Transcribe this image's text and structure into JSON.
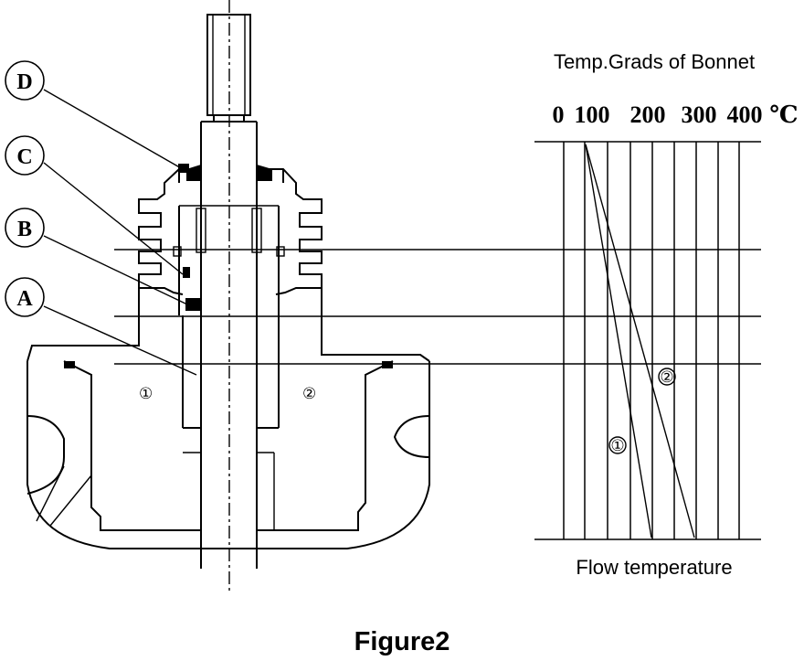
{
  "callouts": [
    {
      "id": "D",
      "label": "D"
    },
    {
      "id": "C",
      "label": "C"
    },
    {
      "id": "B",
      "label": "B"
    },
    {
      "id": "A",
      "label": "A"
    }
  ],
  "zones": {
    "zone1": "①",
    "zone2": "②"
  },
  "graph": {
    "title": "Temp.Grads of Bonnet",
    "scale_ticks": [
      "0",
      "100",
      "200",
      "300",
      "400",
      "℃"
    ],
    "bottom_label": "Flow temperature",
    "curve_labels": {
      "curve1": "①",
      "curve2": "②"
    }
  },
  "caption": "Figure2"
}
